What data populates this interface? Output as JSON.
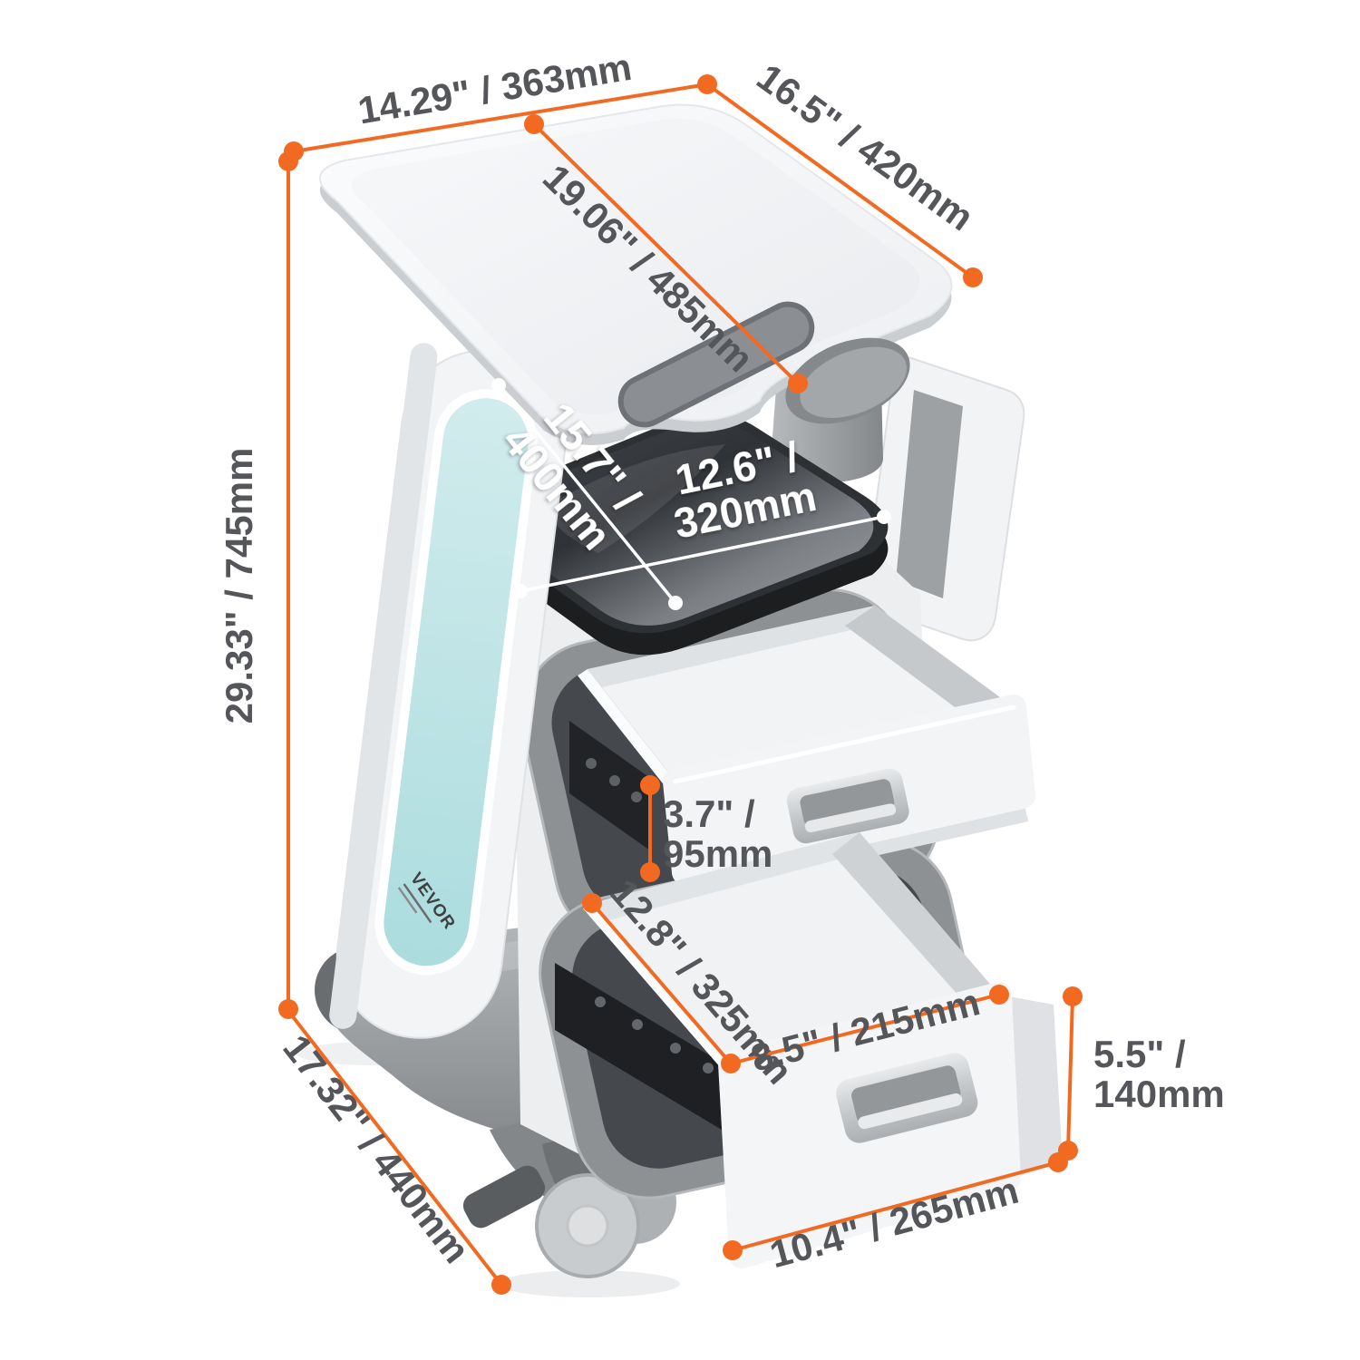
{
  "image": {
    "type": "product-dimension-diagram",
    "subject": "two-drawer lab trolley cart with top tray, glass shelf and locking casters",
    "background": "#ffffff"
  },
  "brand": {
    "logo": "VEVOR"
  },
  "colors": {
    "dimension_accent": "#F26A22",
    "dimension_label_gray": "#55565A",
    "dimension_label_white": "#FFFFFF",
    "teal_panel": "#C4E4E5",
    "glass_shelf_dark": "#3A3D41",
    "cart_white": "#F3F4F6",
    "frame_gray": "#8E9194",
    "base_gray": "#9BA0A3",
    "handle_silver": "#C6C9CB"
  },
  "dims": {
    "tray_left": {
      "label": "14.29\" / 363mm"
    },
    "tray_right": {
      "label": "16.5\" / 420mm"
    },
    "tray_diag": {
      "label": "19.06\" / 485mm"
    },
    "height": {
      "label": "29.33\" / 745mm"
    },
    "shelf_depth": {
      "line1": "15.7\" /",
      "line2": "400mm"
    },
    "shelf_width": {
      "line1": "12.6\" /",
      "line2": "320mm"
    },
    "upper_drawer_height": {
      "line1": "3.7\" /",
      "line2": "95mm"
    },
    "drawer_depth": {
      "label": "12.8\" / 325mm"
    },
    "drawer_opening_width": {
      "label": "8.5\" / 215mm"
    },
    "lower_drawer_height": {
      "line1": "5.5\" /",
      "line2": "140mm"
    },
    "drawer_front_width": {
      "label": "10.4\" / 265mm"
    },
    "base_depth": {
      "label": "17.32\" / 440mm"
    }
  }
}
